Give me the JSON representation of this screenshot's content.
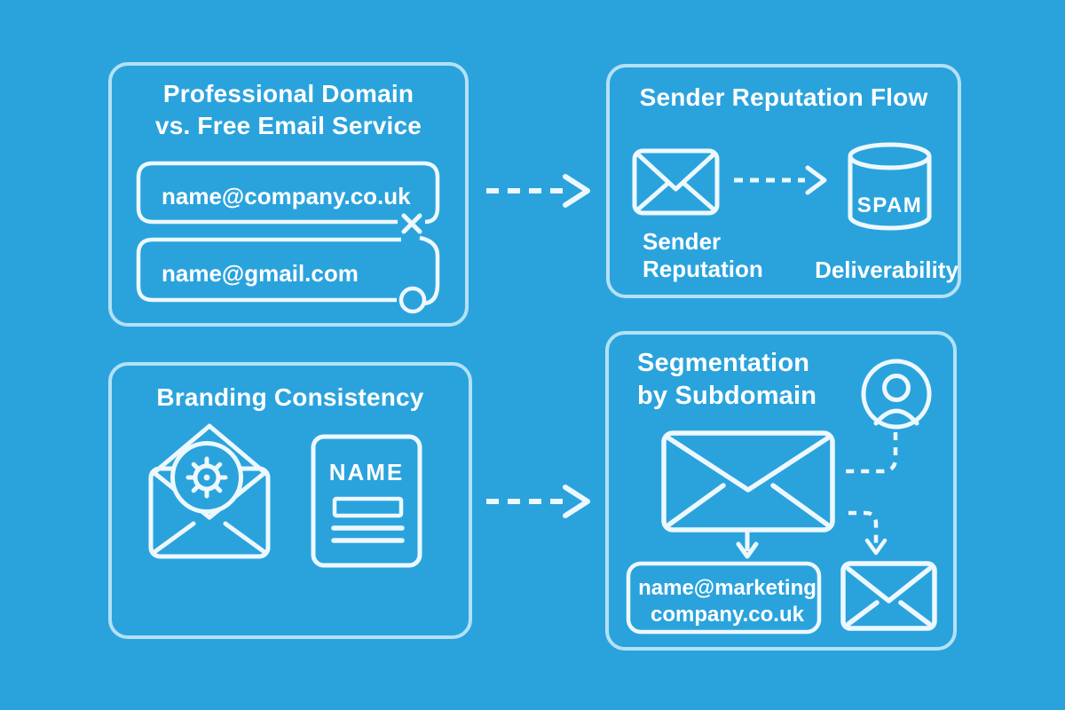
{
  "colors": {
    "bg": "#2AA3DD",
    "panel_border": "#B3E1F5",
    "stroke": "#EDF8FE",
    "text": "#FFFFFF"
  },
  "panels": {
    "professional_domain": {
      "title_line1": "Professional Domain",
      "title_line2": "vs. Free Email Service",
      "input_professional": "name@company.co.uk",
      "input_free": "name@gmail.com"
    },
    "sender_reputation": {
      "title": "Sender Reputation Flow",
      "label_sender_line1": "Sender",
      "label_sender_line2": "Reputation",
      "spam_label": "SPAM",
      "label_deliverability": "Deliverability"
    },
    "branding": {
      "title": "Branding Consistency",
      "card_name_label": "NAME"
    },
    "segmentation": {
      "title_line1": "Segmentation",
      "title_line2": "by Subdomain",
      "email_line1": "name@marketing",
      "email_line2": "company.co.uk"
    }
  },
  "icons": {
    "x_mark": "x-cross",
    "circle_mark": "ring",
    "corner_bracket": "right-parenthesis-stroke",
    "envelope": "closed-envelope-outline",
    "spam_database": "cylinder-outline",
    "gear": "cog-outline",
    "branded_envelope": "open-envelope-with-gear-badge",
    "brand_card": "card-with-name-and-lines",
    "person_avatar": "user-in-circle",
    "dashed_arrow": "dashed-line-with-chevron",
    "down_arrow": "line-with-chevron"
  }
}
